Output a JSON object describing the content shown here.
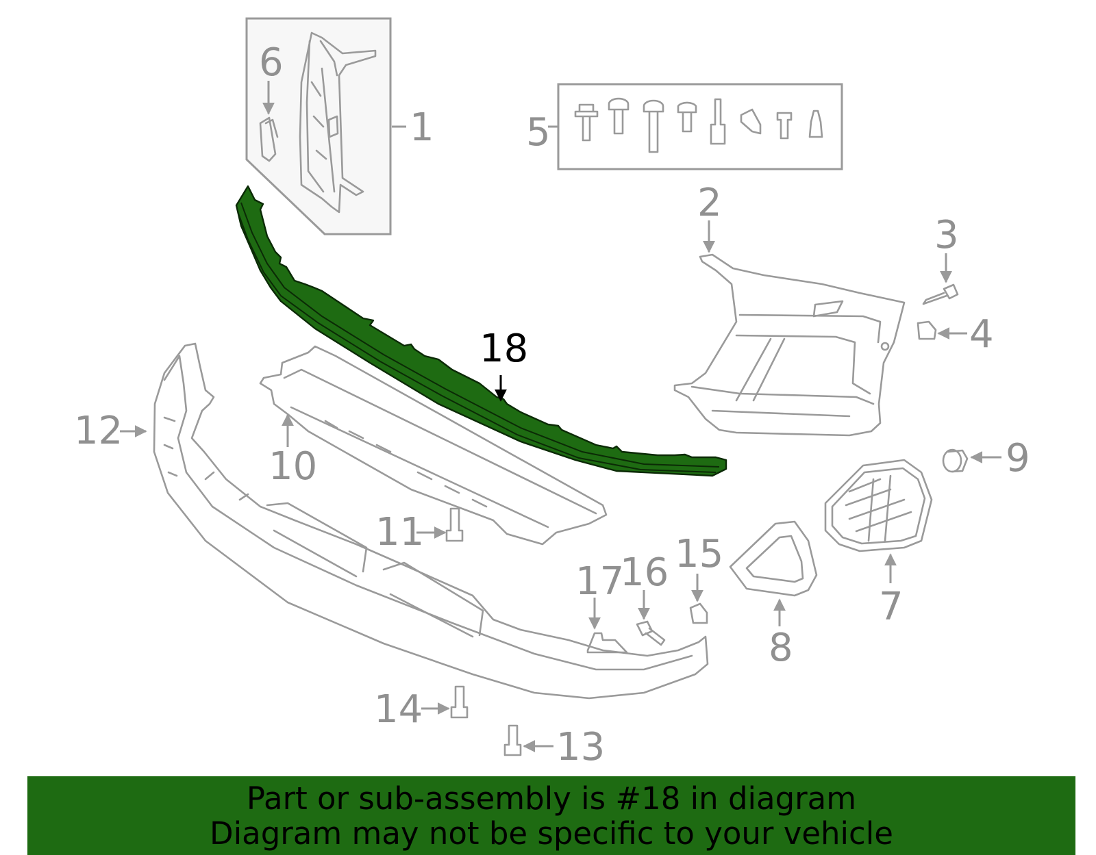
{
  "diagram": {
    "highlight_color": "#1e6b12",
    "line_color": "#9a9a9a",
    "callouts": {
      "p1": "1",
      "p2": "2",
      "p3": "3",
      "p4": "4",
      "p5": "5",
      "p6": "6",
      "p7": "7",
      "p8": "8",
      "p9": "9",
      "p10": "10",
      "p11": "11",
      "p12": "12",
      "p13": "13",
      "p14": "14",
      "p15": "15",
      "p16": "16",
      "p17": "17",
      "p18": "18"
    }
  },
  "banner": {
    "line1": "Part or sub-assembly is #18 in diagram",
    "line2": "Diagram may not be specific to your vehicle"
  }
}
